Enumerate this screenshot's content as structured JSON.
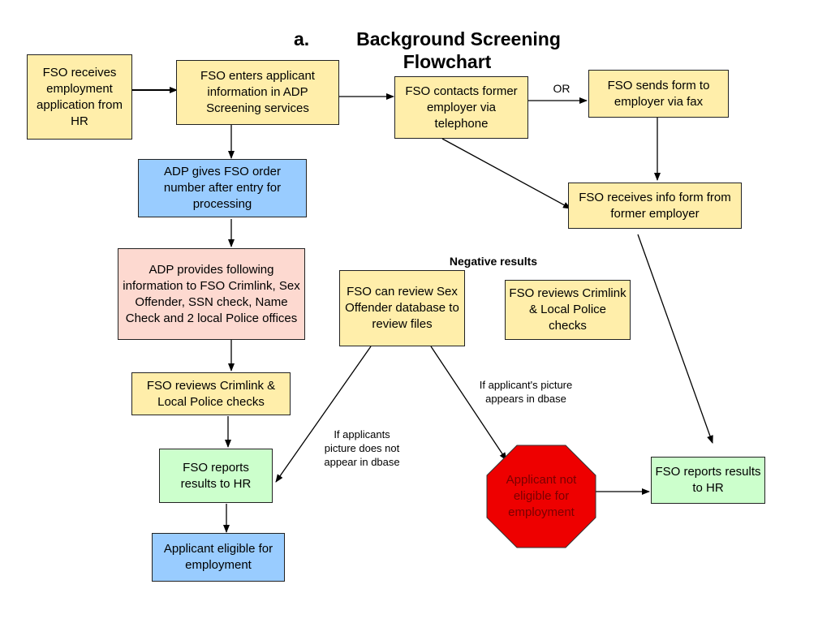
{
  "title": {
    "number": "a.",
    "line1": "Background Screening",
    "line2": "Flowchart"
  },
  "nodes": {
    "receives_application": "FSO receives employment application from HR",
    "enters_info": "FSO enters applicant information in ADP Screening services",
    "contacts_employer": "FSO contacts former employer via telephone",
    "sends_fax": "FSO sends form to employer via fax",
    "receives_info_form": "FSO receives info form from former employer",
    "adp_order_number": "ADP gives FSO order number after entry for processing",
    "adp_provides_info": "ADP provides following information to FSO Crimlink, Sex Offender, SSN check, Name Check and 2 local Police offices",
    "reviews_crimlink_left": "FSO reviews Crimlink & Local Police checks",
    "reports_left": "FSO reports results to HR",
    "eligible": "Applicant eligible for employment",
    "review_sex_offender": "FSO can review Sex Offender database to review files",
    "reviews_crimlink_right": "FSO reviews Crimlink & Local Police checks",
    "not_eligible": "Applicant not eligible for employment",
    "reports_right": "FSO  reports results to HR"
  },
  "labels": {
    "or": "OR",
    "negative_results": "Negative results",
    "picture_appears": "If applicant's picture appears in dbase",
    "picture_not_appear": "If applicants picture does not appear in dbase"
  },
  "colors": {
    "yellow": "#ffeeaa",
    "blue": "#99ccff",
    "pink": "#fdd9d0",
    "green": "#ccffcc",
    "stop_red": "#ee0000"
  }
}
